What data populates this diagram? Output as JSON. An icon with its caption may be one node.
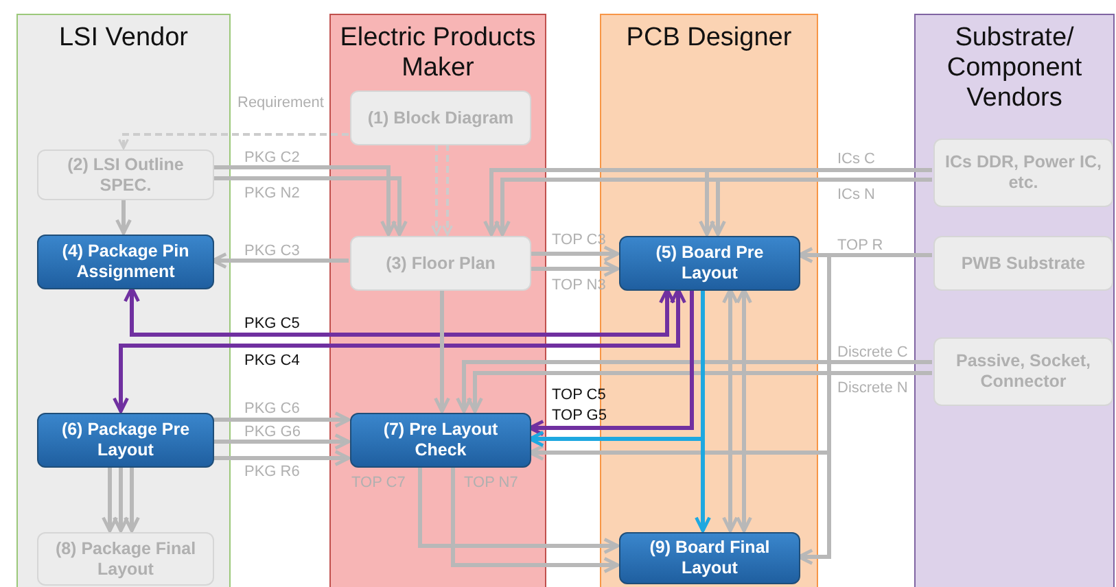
{
  "diagram": {
    "nodes": [
      {
        "text": [
          "LSI Vendor"
        ]
      },
      {
        "text": [
          "Electric Products Maker"
        ]
      },
      {
        "text": [
          "PCB Designer"
        ]
      },
      {
        "text": [
          "Substrate/ Component Vendors"
        ]
      },
      {
        "text": [
          "(1) Block Diagram"
        ],
        "in": 1
      },
      {
        "text": [
          "(2) LSI Outline SPEC."
        ],
        "in": 0
      },
      {
        "text": [
          "(4) Package Pin Assignment"
        ],
        "in": 0
      },
      {
        "text": [
          "(3) Floor Plan"
        ],
        "in": 1
      },
      {
        "text": [
          "(5) Board Pre Layout"
        ],
        "in": 2
      },
      {
        "text": [
          "ICs DDR, Power IC, etc."
        ],
        "in": 3
      },
      {
        "text": [
          "PWB Substrate"
        ],
        "in": 3
      },
      {
        "text": [
          "Passive, Socket, Connector"
        ],
        "in": 3
      },
      {
        "text": [
          "(6) Package Pre Layout"
        ],
        "in": 0
      },
      {
        "text": [
          "(7) Pre Layout Check"
        ],
        "in": 1
      },
      {
        "text": [
          "(8) Package Final Layout"
        ],
        "in": 0
      },
      {
        "text": [
          "(9) Board Final Layout"
        ],
        "in": 2
      }
    ],
    "edges": [
      {
        "from": 4,
        "to": 5,
        "arrow": "to",
        "label": "Requirement",
        "style": "dashed"
      },
      {
        "from": 4,
        "to": 7,
        "arrow": "to",
        "style": "dashed"
      },
      {
        "from": 4,
        "to": 7,
        "arrow": "to",
        "style": "dashed"
      },
      {
        "from": 5,
        "to": 6,
        "arrow": "to"
      },
      {
        "from": 5,
        "to": 7,
        "arrow": "to",
        "label": "PKG C2"
      },
      {
        "from": 5,
        "to": 7,
        "arrow": "to",
        "label": "PKG N2"
      },
      {
        "from": 9,
        "to": 7,
        "arrow": "to"
      },
      {
        "from": 9,
        "to": 7,
        "arrow": "to"
      },
      {
        "from": 9,
        "to": 8,
        "arrow": "to",
        "label": "ICs C"
      },
      {
        "from": 9,
        "to": 8,
        "arrow": "to",
        "label": "ICs N"
      },
      {
        "from": 7,
        "to": 6,
        "arrow": "to",
        "label": "PKG C3"
      },
      {
        "from": 7,
        "to": 8,
        "arrow": "to",
        "label": "TOP C3"
      },
      {
        "from": 7,
        "to": 8,
        "arrow": "to",
        "label": "TOP N3"
      },
      {
        "from": 10,
        "to": 8,
        "arrow": "to",
        "label": "TOP R"
      },
      {
        "from": 10,
        "to": 13,
        "arrow": "to"
      },
      {
        "from": 10,
        "to": 15,
        "arrow": "to"
      },
      {
        "from": 6,
        "to": 8,
        "arrow": "both",
        "label": "PKG C5",
        "color": "#7030a0"
      },
      {
        "from": 12,
        "to": 8,
        "arrow": "both",
        "label": "PKG C4",
        "color": "#7030a0"
      },
      {
        "from": 11,
        "to": 13,
        "arrow": "to",
        "label": "Discrete C"
      },
      {
        "from": 11,
        "to": 13,
        "arrow": "to",
        "label": "Discrete N"
      },
      {
        "from": 7,
        "to": 13,
        "arrow": "to"
      },
      {
        "from": 8,
        "to": 13,
        "arrow": "to",
        "label": "TOP C5",
        "color": "#7030a0"
      },
      {
        "from": 8,
        "to": 13,
        "arrow": "to",
        "label": "TOP G5",
        "color": "#1ea8e0"
      },
      {
        "from": 8,
        "to": 15,
        "arrow": "to",
        "color": "#1ea8e0"
      },
      {
        "from": 8,
        "to": 15,
        "arrow": "both"
      },
      {
        "from": 8,
        "to": 15,
        "arrow": "both"
      },
      {
        "from": 12,
        "to": 13,
        "arrow": "to",
        "label": "PKG C6"
      },
      {
        "from": 12,
        "to": 13,
        "arrow": "to",
        "label": "PKG G6"
      },
      {
        "from": 12,
        "to": 13,
        "arrow": "to",
        "label": "PKG R6"
      },
      {
        "from": 12,
        "to": 14,
        "arrow": "to"
      },
      {
        "from": 12,
        "to": 14,
        "arrow": "to"
      },
      {
        "from": 12,
        "to": 14,
        "arrow": "to"
      },
      {
        "from": 13,
        "to": 15,
        "arrow": "to",
        "label": "TOP C7"
      },
      {
        "from": 13,
        "to": 15,
        "arrow": "to",
        "label": "TOP N7"
      }
    ]
  }
}
